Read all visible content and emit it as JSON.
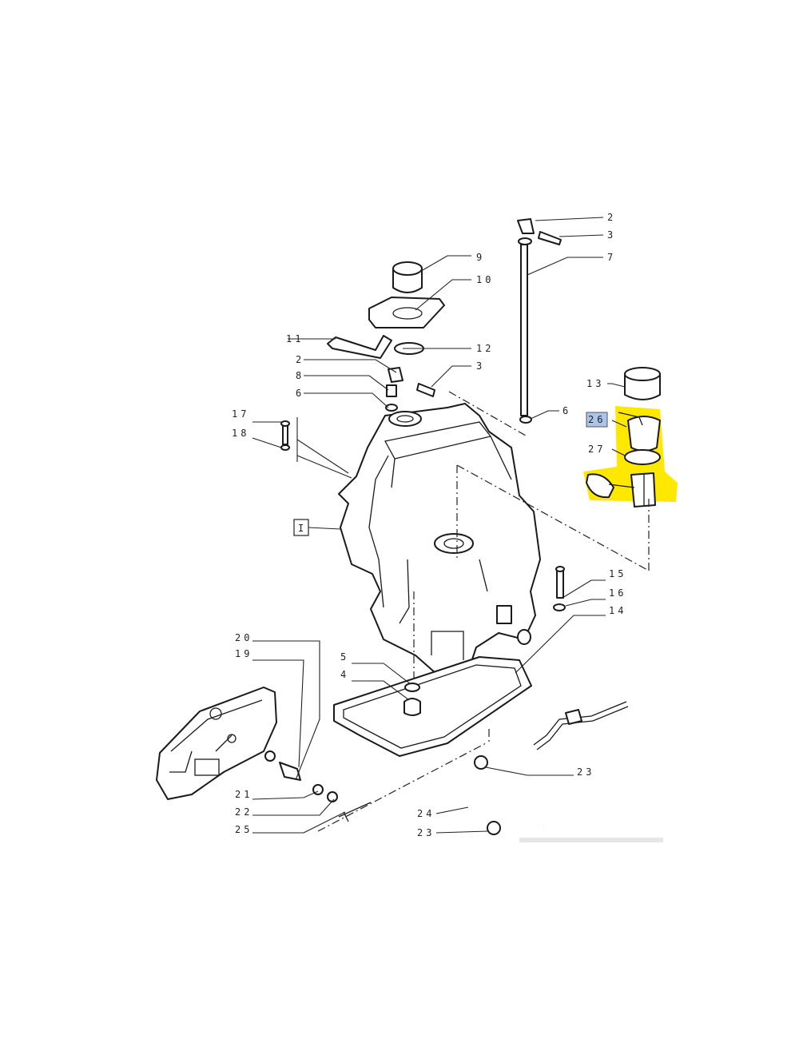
{
  "diagram": {
    "highlight_color": "#ffe800",
    "callout_box_color": "#aac4ea",
    "labels": [
      {
        "id": "l2a",
        "text": "2"
      },
      {
        "id": "l3a",
        "text": "3"
      },
      {
        "id": "l7",
        "text": "7"
      },
      {
        "id": "l9",
        "text": "9"
      },
      {
        "id": "l10",
        "text": "10"
      },
      {
        "id": "l11",
        "text": "11"
      },
      {
        "id": "l12",
        "text": "12"
      },
      {
        "id": "l2b",
        "text": "2"
      },
      {
        "id": "l3b",
        "text": "3"
      },
      {
        "id": "l8",
        "text": "8"
      },
      {
        "id": "l6a",
        "text": "6"
      },
      {
        "id": "l6b",
        "text": "6"
      },
      {
        "id": "l13",
        "text": "13"
      },
      {
        "id": "l26",
        "text": "26"
      },
      {
        "id": "l27",
        "text": "27"
      },
      {
        "id": "l17",
        "text": "17"
      },
      {
        "id": "l18",
        "text": "18"
      },
      {
        "id": "l1",
        "text": "I"
      },
      {
        "id": "l15",
        "text": "15"
      },
      {
        "id": "l16",
        "text": "16"
      },
      {
        "id": "l14",
        "text": "14"
      },
      {
        "id": "l20",
        "text": "20"
      },
      {
        "id": "l19",
        "text": "19"
      },
      {
        "id": "l5",
        "text": "5"
      },
      {
        "id": "l4",
        "text": "4"
      },
      {
        "id": "l23a",
        "text": "23"
      },
      {
        "id": "l21",
        "text": "21"
      },
      {
        "id": "l22",
        "text": "22"
      },
      {
        "id": "l25",
        "text": "25"
      },
      {
        "id": "l24",
        "text": "24"
      },
      {
        "id": "l23b",
        "text": "23"
      }
    ]
  }
}
